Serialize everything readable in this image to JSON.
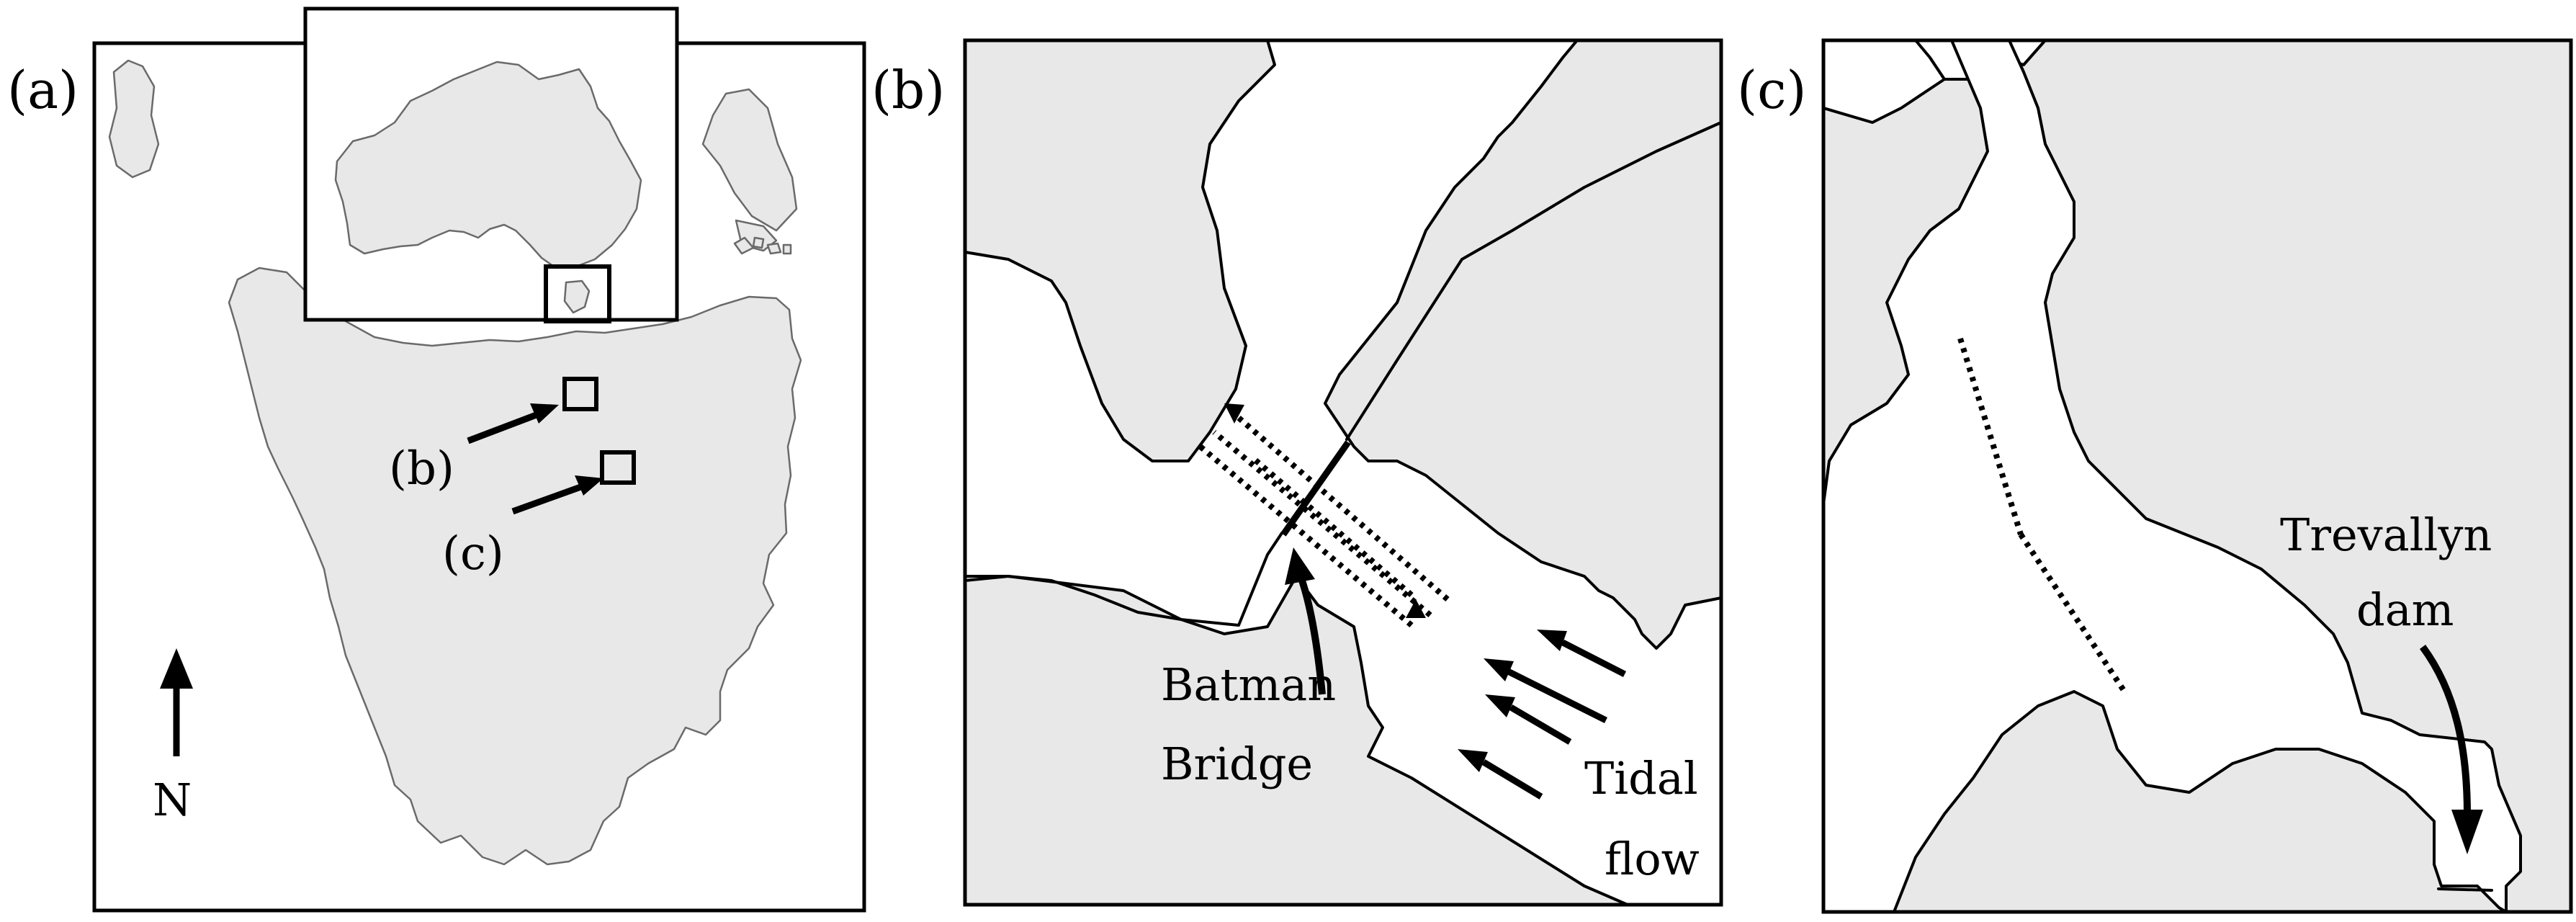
{
  "panels": {
    "a": {
      "label": "(a)",
      "site_b": "(b)",
      "site_c": "(c)",
      "north": "N"
    },
    "b": {
      "label": "(b)",
      "bridge_line1": "Batman",
      "bridge_line2": "Bridge",
      "tidal_line1": "Tidal",
      "tidal_line2": "flow"
    },
    "c": {
      "label": "(c)",
      "dam_line1": "Trevallyn",
      "dam_line2": "dam"
    }
  },
  "colors": {
    "land": "#e8e8e8",
    "water": "#ffffff",
    "ink": "#000000",
    "coast_grey": "#6a6a6a"
  }
}
